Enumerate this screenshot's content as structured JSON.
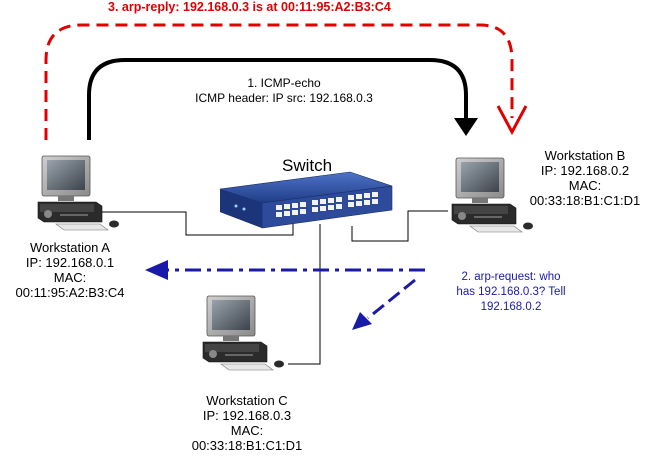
{
  "arp_reply": "3. arp-reply: 192.168.0.3 is at 00:11:95:A2:B3:C4",
  "icmp_echo": {
    "line1": "1. ICMP-echo",
    "line2": "ICMP header: IP src: 192.168.0.3"
  },
  "switch_label": "Switch",
  "arp_request": {
    "line1": "2. arp-request: who",
    "line2": "has 192.168.0.3? Tell",
    "line3": "192.168.0.2"
  },
  "workstations": [
    {
      "name": "Workstation A",
      "ip": "IP: 192.168.0.1",
      "mac_label": "MAC:",
      "mac": "00:11:95:A2:B3:C4"
    },
    {
      "name": "Workstation B",
      "ip": "IP: 192.168.0.2",
      "mac_label": "MAC:",
      "mac": "00:33:18:B1:C1:D1"
    },
    {
      "name": "Workstation C",
      "ip": "IP: 192.168.0.3",
      "mac_label": "MAC:",
      "mac": "00:33:18:B1:C1:D1"
    }
  ],
  "colors": {
    "arp_reply": "#e00000",
    "arp_request": "#1a1aa8",
    "icmp_arrow": "#000000",
    "switch_body": "#2d4fa3"
  },
  "icons": [
    "workstation-icon",
    "network-switch-icon"
  ]
}
